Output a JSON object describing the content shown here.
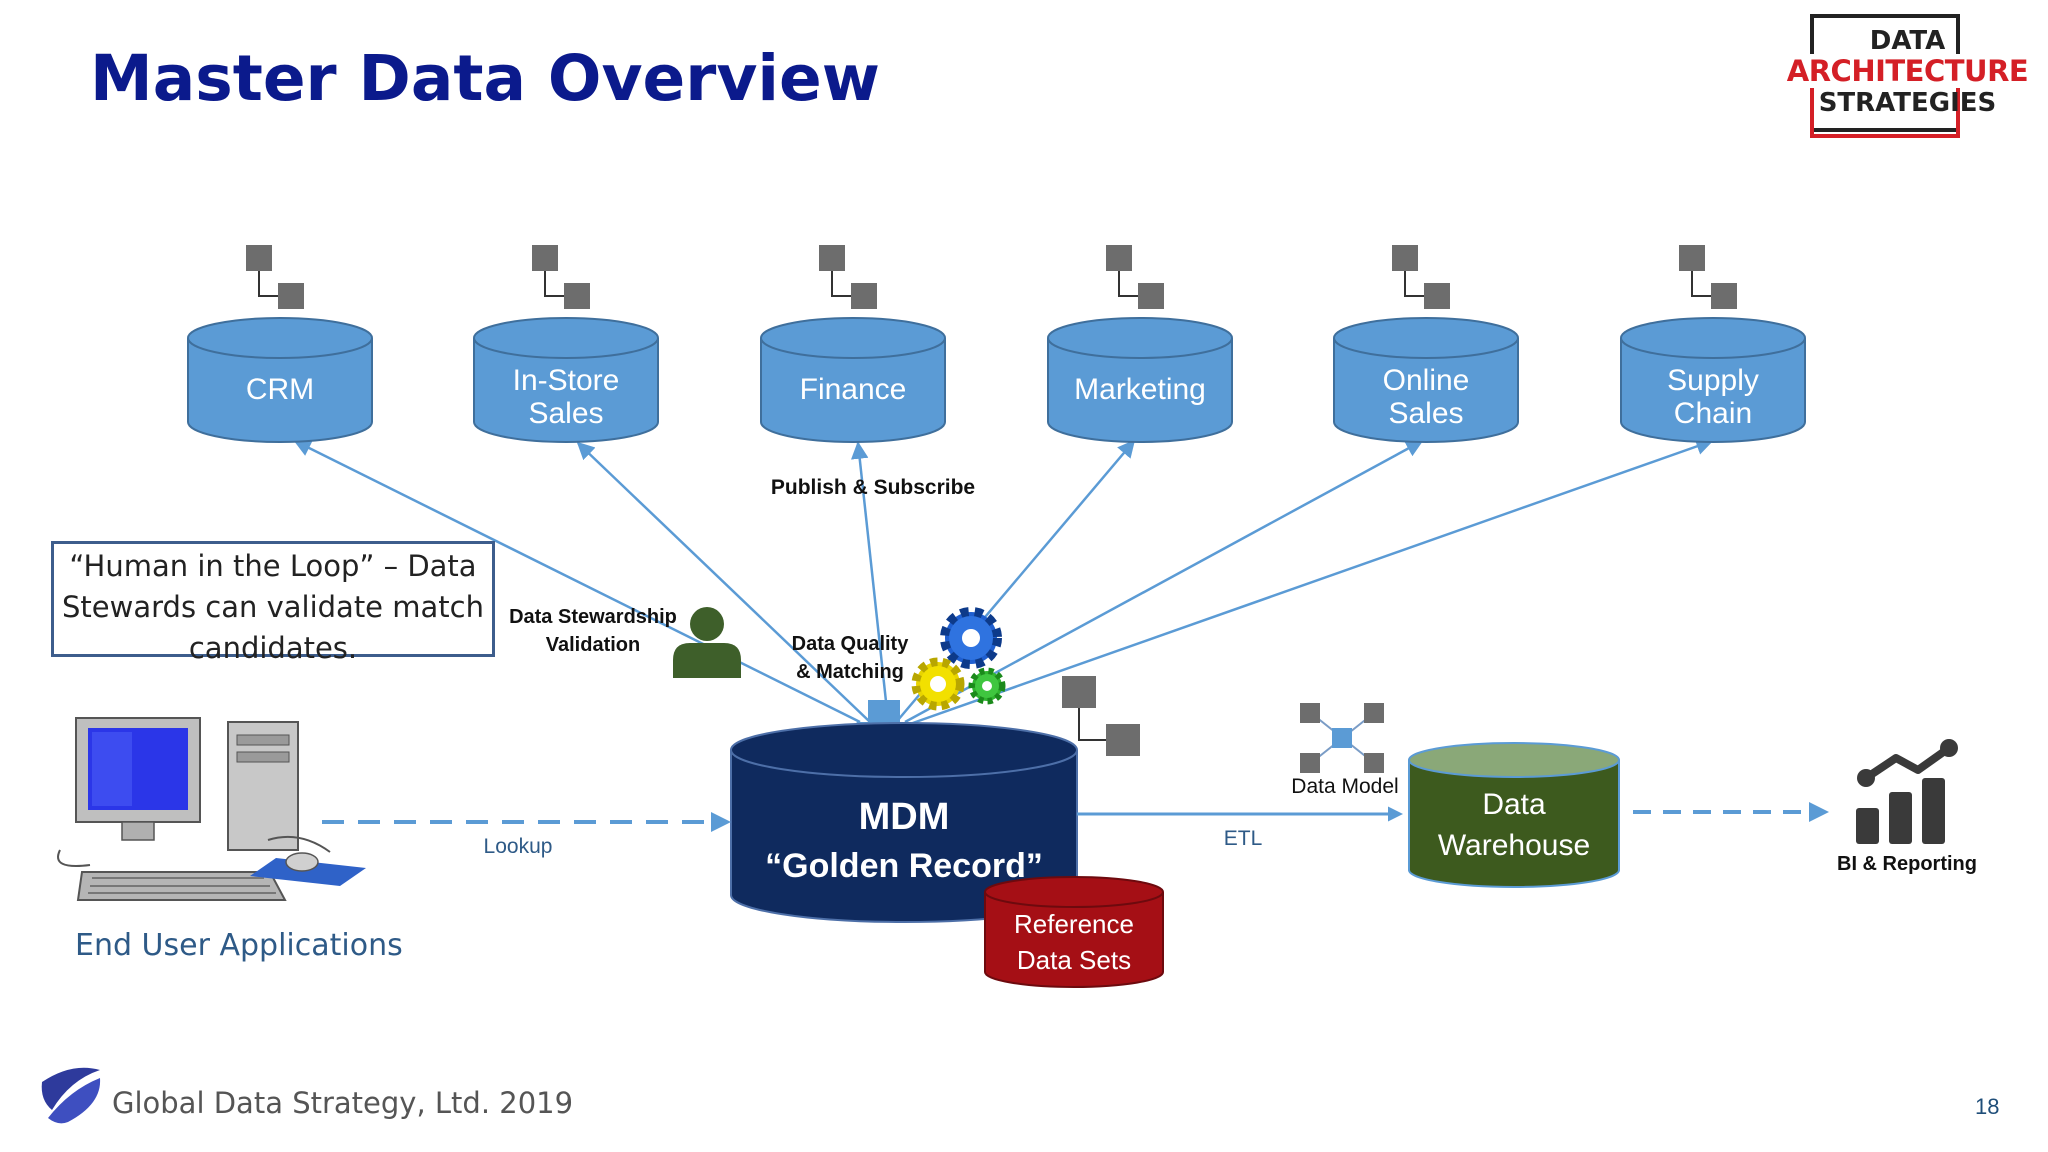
{
  "title": "Master Data Overview",
  "logo": {
    "line1": "DATA",
    "line2": "ARCHITECTURE",
    "line3": "STRATEGIES",
    "colors": {
      "dark": "#222222",
      "accent": "#d41f26"
    }
  },
  "sources": [
    {
      "line1": "CRM",
      "line2": ""
    },
    {
      "line1": "In-Store",
      "line2": "Sales"
    },
    {
      "line1": "Finance",
      "line2": ""
    },
    {
      "line1": "Marketing",
      "line2": ""
    },
    {
      "line1": "Online",
      "line2": "Sales"
    },
    {
      "line1": "Supply",
      "line2": "Chain"
    }
  ],
  "labels": {
    "publish_subscribe": "Publish & Subscribe",
    "stewardship_line1": "Data Stewardship",
    "stewardship_line2": "Validation",
    "quality_line1": "Data Quality",
    "quality_line2": "& Matching",
    "lookup": "Lookup",
    "etl": "ETL",
    "data_model": "Data Model",
    "bi_reporting": "BI & Reporting"
  },
  "mdm": {
    "line1": "MDM",
    "line2": "“Golden Record”"
  },
  "reference": {
    "line1": "Reference",
    "line2": "Data Sets"
  },
  "warehouse": {
    "line1": "Data",
    "line2": "Warehouse"
  },
  "callout_text": "“Human in the Loop” – Data Stewards can validate match candidates.",
  "end_user_label": "End User Applications",
  "footer": "Global Data Strategy, Ltd. 2019",
  "page_number": "18",
  "colors": {
    "title": "#0b1a8c",
    "source_db": "#5b9bd5",
    "mdm_db": "#0f2a5e",
    "reference_db": "#a50f15",
    "warehouse_db": "#3d5a1e",
    "arrow": "#5b9bd5"
  },
  "icons": [
    "data-model-icon",
    "person-icon",
    "gears-icon",
    "computer-icon",
    "bar-chart-icon",
    "company-logo-icon"
  ]
}
